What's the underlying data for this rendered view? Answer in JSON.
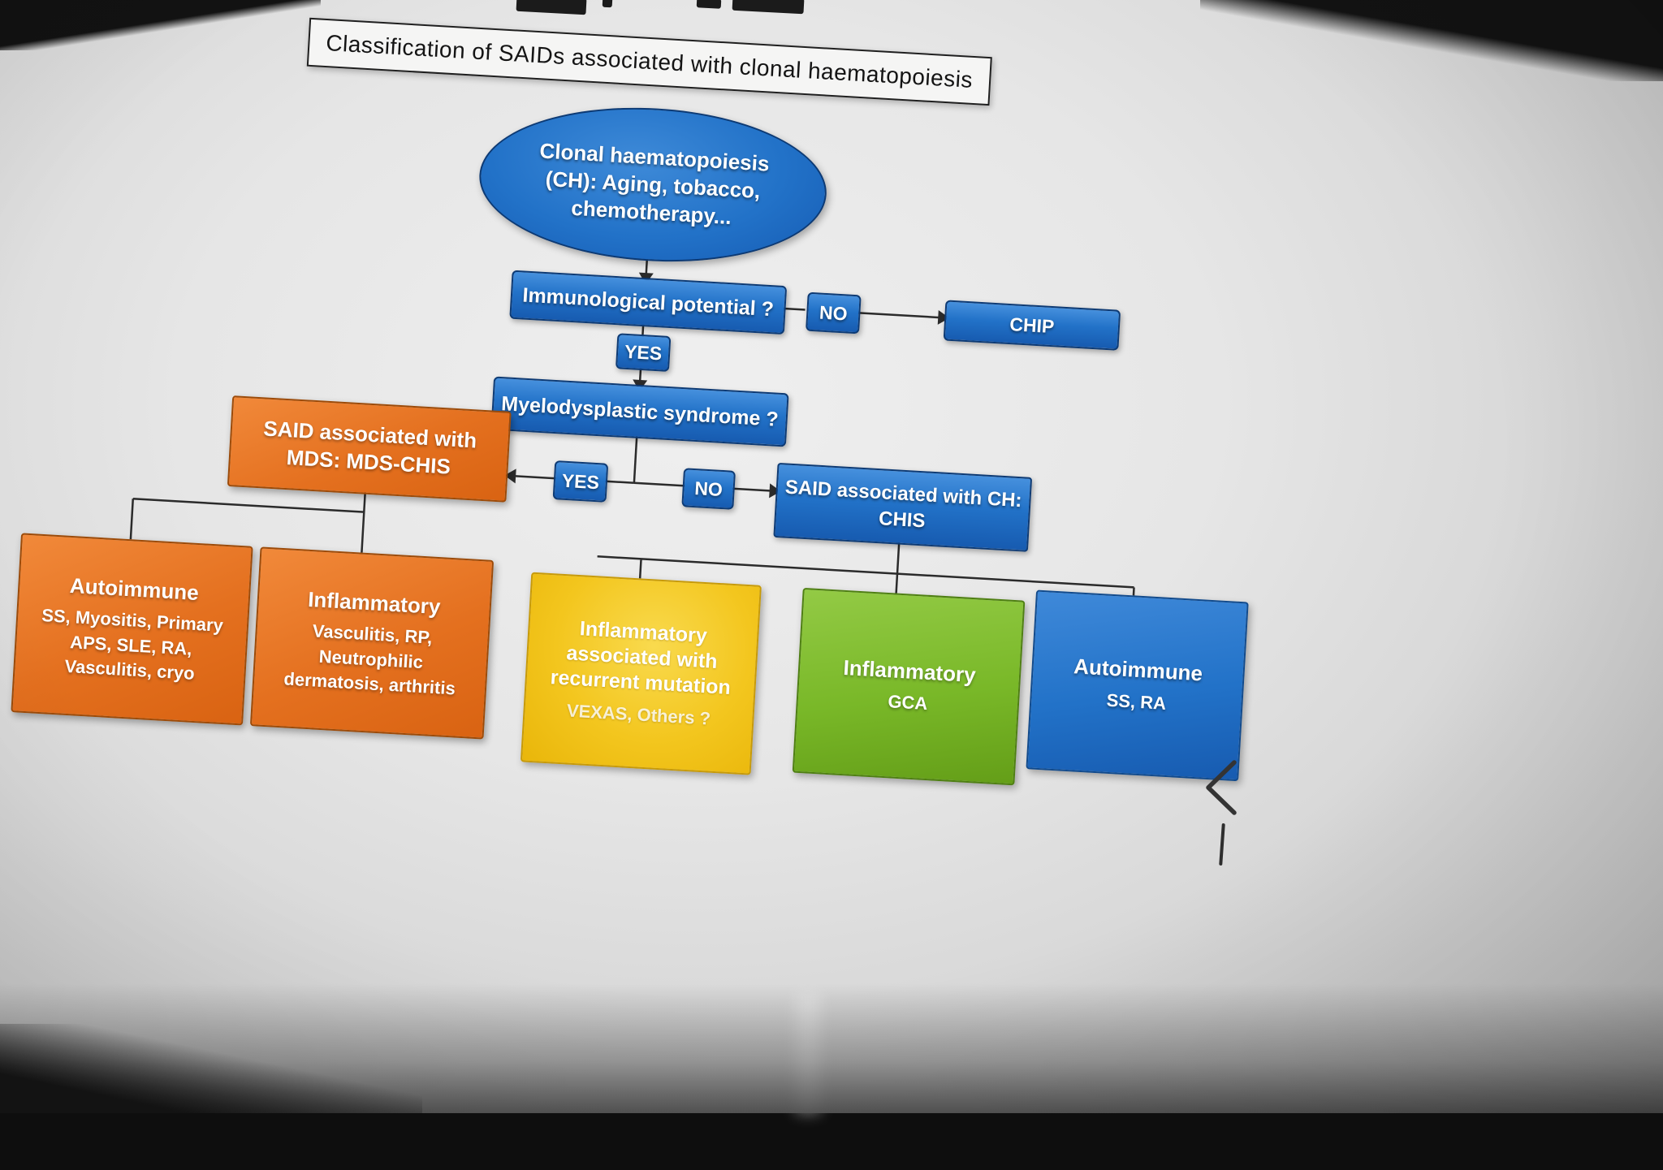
{
  "colors": {
    "blue_node": "#1e6fc8",
    "orange_node": "#e4711f",
    "yellow_node": "#eec011",
    "green_node": "#79b828",
    "slide_background": "#e4e4e4",
    "connector": "#2b2b2b"
  },
  "icons": {
    "back_chevron": "‹"
  },
  "slide": {
    "title": "Classification of SAIDs associated with clonal haematopoiesis",
    "flowchart": {
      "root": "Clonal haematopoiesis\n(CH): Aging, tobacco,\nchemotherapy...",
      "immunological_question": "Immunological potential ?",
      "immunological_no": "NO",
      "chip": "CHIP",
      "immunological_yes": "YES",
      "mds_question": "Myelodysplastic syndrome ?",
      "mds_yes": "YES",
      "mds_no": "NO",
      "mds_said": "SAID associated with\nMDS: MDS-CHIS",
      "ch_said": "SAID associated with CH:\nCHIS",
      "leaves": [
        {
          "heading": "Autoimmune",
          "body": "SS, Myositis, Primary\nAPS, SLE, RA,\nVasculitis, cryo",
          "color": "orange"
        },
        {
          "heading": "Inflammatory",
          "body": "Vasculitis, RP,\nNeutrophilic\ndermatosis, arthritis",
          "color": "orange"
        },
        {
          "heading": "Inflammatory\nassociated with\nrecurrent mutation",
          "body": "VEXAS, Others ?",
          "color": "yellow"
        },
        {
          "heading": "Inflammatory",
          "body": "GCA",
          "color": "green"
        },
        {
          "heading": "Autoimmune",
          "body": "SS, RA",
          "color": "blue"
        }
      ]
    }
  }
}
